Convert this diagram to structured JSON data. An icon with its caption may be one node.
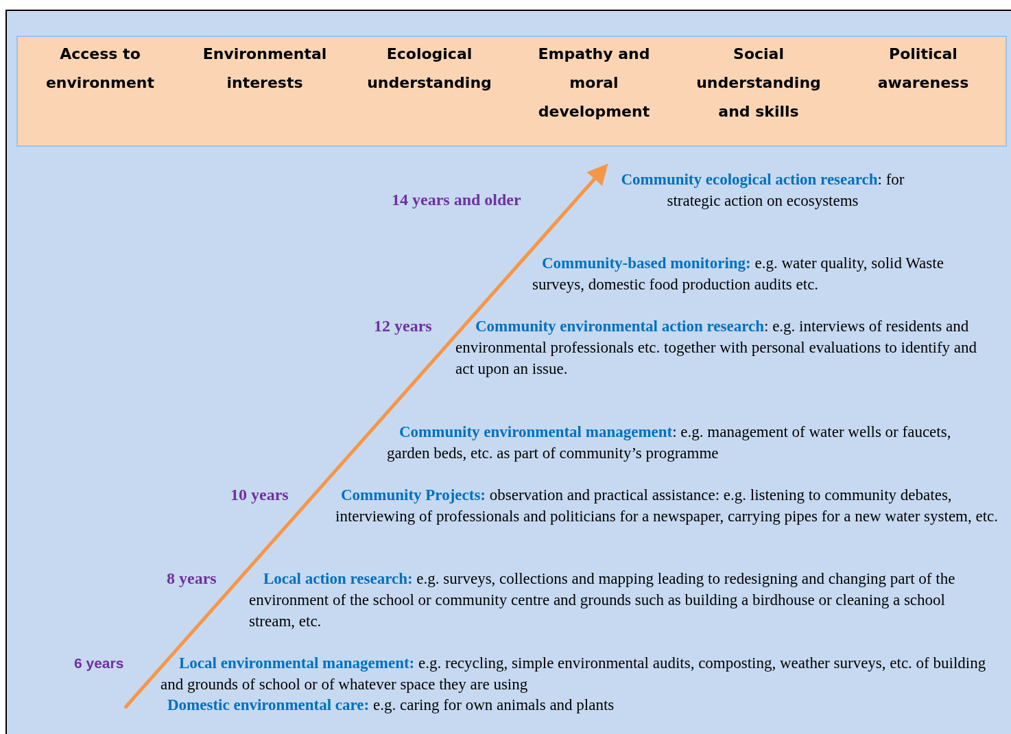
{
  "diagram": {
    "nodes": [
      {
        "text": [
          "Access to environment",
          "Environmental interests",
          "Ecological understanding",
          "Empathy and moral development",
          "Social understanding and skills",
          "Political awareness"
        ]
      }
    ],
    "labels": [
      "**Community ecological action research**: for strategic action on ecosystems",
      "14 years and older",
      "**Community-based monitoring:** e.g. water quality,  solid Waste surveys, domestic food production audits etc.",
      "12 years",
      "**Community environmental action research**: e.g. interviews of residents and environmental professionals etc. together with personal evaluations to identify and act upon an issue.",
      "**Community environmental management**: e.g. management of water wells or faucets, garden beds, etc. as part of community’s programme",
      "10 years",
      "**Community Projects:** observation and practical assistance: e.g. listening to community debates, interviewing of  professionals and politicians for  a newspaper, carrying pipes for a new water system, etc.",
      "8 years",
      "**Local action research:** e.g. surveys, collections and mapping leading to redesigning and changing part of the environment of  the school or community centre and grounds such as building  a birdhouse or cleaning a school stream, etc.",
      "6 years",
      "**Local environmental management:** e.g. recycling, simple environmental audits, composting, weather surveys, etc. of building and grounds of school or of whatever space they are using",
      "**Domestic environmental care:** e.g. caring for own animals and plants"
    ]
  }
}
